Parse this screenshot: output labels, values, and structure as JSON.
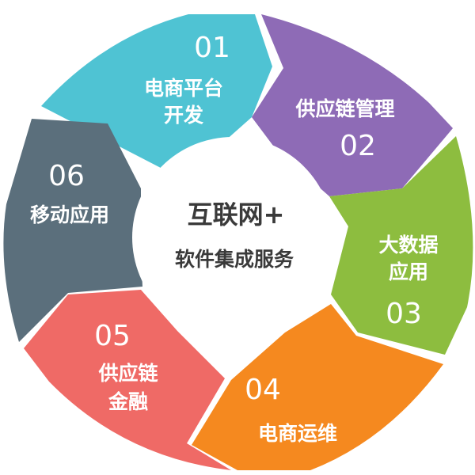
{
  "center": {
    "title": "互联网+",
    "subtitle": "软件集成服务",
    "color": "#ffffff",
    "text_color": "#3a3a3a"
  },
  "segments": [
    {
      "id": "s01",
      "number": "01",
      "label_lines": [
        "电商平台",
        "开发"
      ],
      "color": "#4fc3d3"
    },
    {
      "id": "s02",
      "number": "02",
      "label_lines": [
        "供应链管理"
      ],
      "color": "#8e6bb6"
    },
    {
      "id": "s03",
      "number": "03",
      "label_lines": [
        "大数据",
        "应用"
      ],
      "color": "#8dbd3f"
    },
    {
      "id": "s04",
      "number": "04",
      "label_lines": [
        "电商运维"
      ],
      "color": "#f5891f"
    },
    {
      "id": "s05",
      "number": "05",
      "label_lines": [
        "供应链",
        "金融"
      ],
      "color": "#ef6a66"
    },
    {
      "id": "s06",
      "number": "06",
      "label_lines": [
        "移动应用"
      ],
      "color": "#5b6f7c"
    }
  ]
}
